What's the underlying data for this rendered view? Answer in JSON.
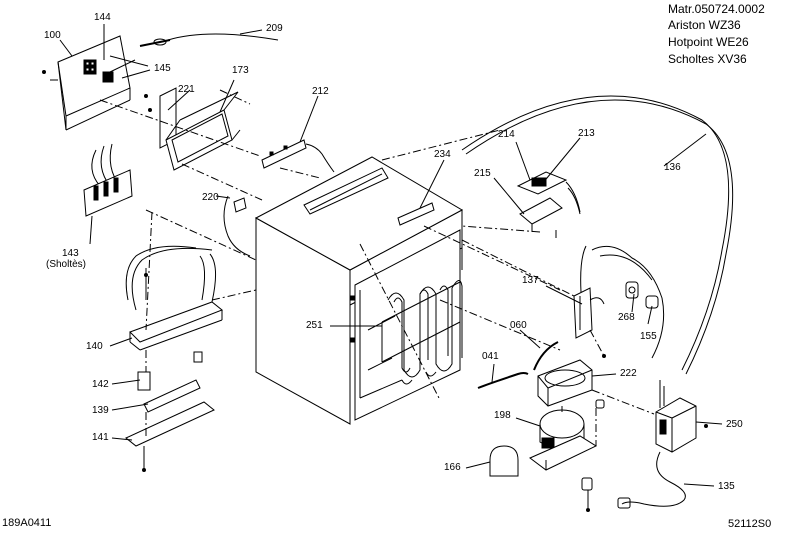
{
  "header": {
    "line1": "Matr.050724.0002",
    "line2": "Ariston   WZ36",
    "line3": "Hotpoint WE26",
    "line4": "Scholtes XV36"
  },
  "labels": {
    "p100": "100",
    "p144": "144",
    "p145": "145",
    "p209": "209",
    "p173": "173",
    "p221": "221",
    "p212": "212",
    "p234": "234",
    "p214": "214",
    "p213": "213",
    "p215": "215",
    "p136": "136",
    "p220": "220",
    "p143": "143",
    "p143sub": "(Sholtès)",
    "p137": "137",
    "p268": "268",
    "p155": "155",
    "p251": "251",
    "p060": "060",
    "p140": "140",
    "p041": "041",
    "p222": "222",
    "p142": "142",
    "p139": "139",
    "p198": "198",
    "p250": "250",
    "p141": "141",
    "p166": "166",
    "p135": "135"
  },
  "footer": {
    "left": "189A0411",
    "right": "52112S0"
  }
}
